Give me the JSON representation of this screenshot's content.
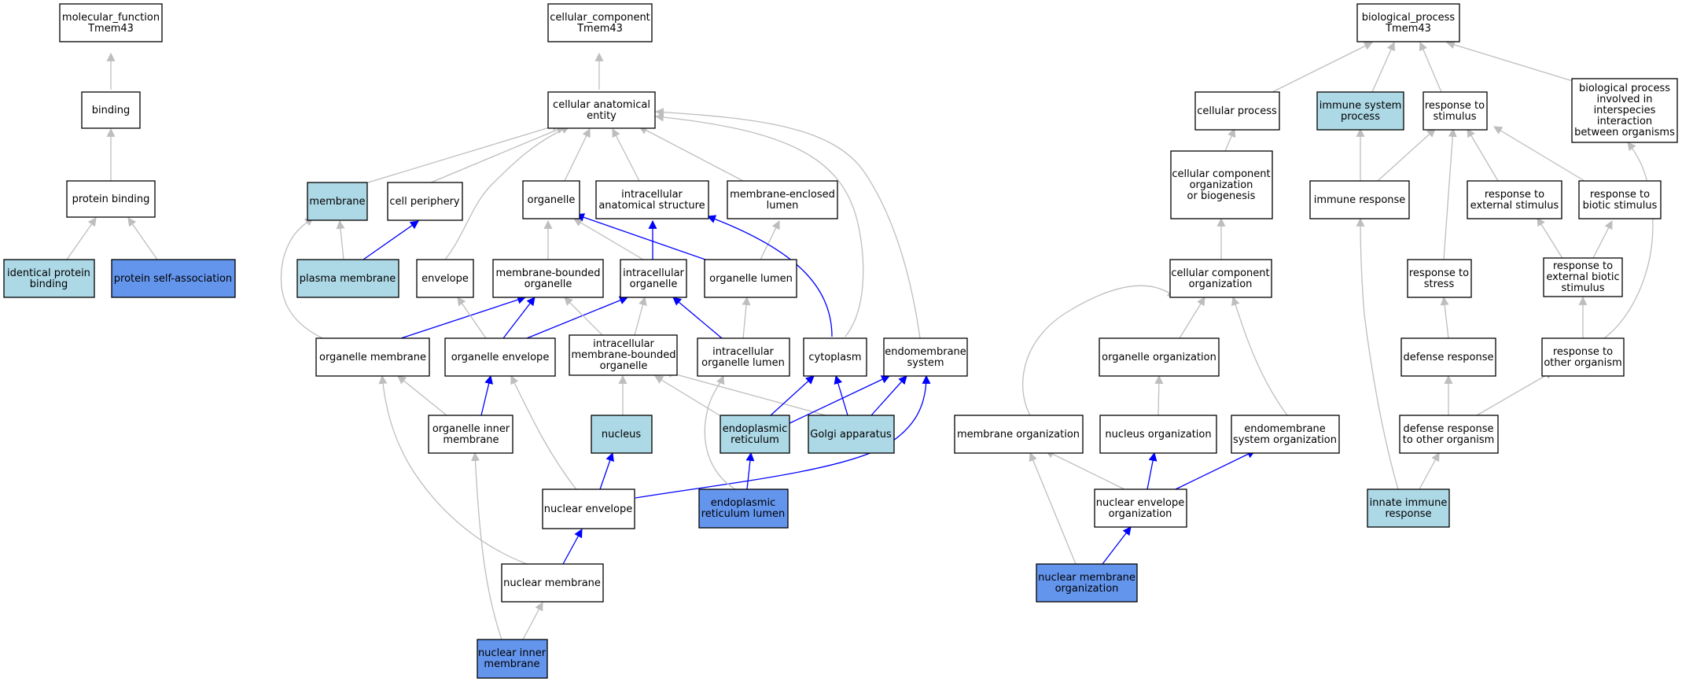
{
  "colors": {
    "white": "#ffffff",
    "light": "#add8e6",
    "dark": "#6495ed",
    "edge_gray": "#bebebe",
    "edge_blue": "#0000ff"
  },
  "nodes": {
    "mf_root": {
      "lines": [
        "molecular_function",
        "Tmem43"
      ],
      "fill": "white"
    },
    "binding": {
      "lines": [
        "binding"
      ],
      "fill": "white"
    },
    "protein_binding": {
      "lines": [
        "protein binding"
      ],
      "fill": "white"
    },
    "identical_pb": {
      "lines": [
        "identical protein",
        "binding"
      ],
      "fill": "light"
    },
    "self_assoc": {
      "lines": [
        "protein self-association"
      ],
      "fill": "dark"
    },
    "cc_root": {
      "lines": [
        "cellular_component",
        "Tmem43"
      ],
      "fill": "white"
    },
    "cae": {
      "lines": [
        "cellular anatomical",
        "entity"
      ],
      "fill": "white"
    },
    "membrane": {
      "lines": [
        "membrane"
      ],
      "fill": "light"
    },
    "cell_periphery": {
      "lines": [
        "cell periphery"
      ],
      "fill": "white"
    },
    "organelle": {
      "lines": [
        "organelle"
      ],
      "fill": "white"
    },
    "ias": {
      "lines": [
        "intracellular",
        "anatomical structure"
      ],
      "fill": "white"
    },
    "mel": {
      "lines": [
        "membrane-enclosed",
        "lumen"
      ],
      "fill": "white"
    },
    "plasma_membrane": {
      "lines": [
        "plasma membrane"
      ],
      "fill": "light"
    },
    "envelope": {
      "lines": [
        "envelope"
      ],
      "fill": "white"
    },
    "mbo": {
      "lines": [
        "membrane-bounded",
        "organelle"
      ],
      "fill": "white"
    },
    "io": {
      "lines": [
        "intracellular",
        "organelle"
      ],
      "fill": "white"
    },
    "organelle_lumen": {
      "lines": [
        "organelle lumen"
      ],
      "fill": "white"
    },
    "org_membrane": {
      "lines": [
        "organelle membrane"
      ],
      "fill": "white"
    },
    "org_envelope": {
      "lines": [
        "organelle envelope"
      ],
      "fill": "white"
    },
    "imbo": {
      "lines": [
        "intracellular",
        "membrane-bounded",
        "organelle"
      ],
      "fill": "white"
    },
    "iol": {
      "lines": [
        "intracellular",
        "organelle lumen"
      ],
      "fill": "white"
    },
    "cytoplasm": {
      "lines": [
        "cytoplasm"
      ],
      "fill": "white"
    },
    "endomembrane": {
      "lines": [
        "endomembrane",
        "system"
      ],
      "fill": "white"
    },
    "oim": {
      "lines": [
        "organelle inner",
        "membrane"
      ],
      "fill": "white"
    },
    "nucleus": {
      "lines": [
        "nucleus"
      ],
      "fill": "light"
    },
    "er": {
      "lines": [
        "endoplasmic",
        "reticulum"
      ],
      "fill": "light"
    },
    "golgi": {
      "lines": [
        "Golgi apparatus"
      ],
      "fill": "light"
    },
    "nuc_envelope": {
      "lines": [
        "nuclear envelope"
      ],
      "fill": "white"
    },
    "er_lumen": {
      "lines": [
        "endoplasmic",
        "reticulum lumen"
      ],
      "fill": "dark"
    },
    "nuc_membrane": {
      "lines": [
        "nuclear membrane"
      ],
      "fill": "white"
    },
    "nim": {
      "lines": [
        "nuclear inner",
        "membrane"
      ],
      "fill": "dark"
    },
    "bp_root": {
      "lines": [
        "biological_process",
        "Tmem43"
      ],
      "fill": "white"
    },
    "cell_process": {
      "lines": [
        "cellular process"
      ],
      "fill": "white"
    },
    "iss": {
      "lines": [
        "immune system",
        "process"
      ],
      "fill": "light"
    },
    "rts": {
      "lines": [
        "response to",
        "stimulus"
      ],
      "fill": "white"
    },
    "bpi": {
      "lines": [
        "biological process",
        "involved in",
        "interspecies",
        "interaction",
        "between organisms"
      ],
      "fill": "white"
    },
    "ccob": {
      "lines": [
        "cellular component",
        "organization",
        "or biogenesis"
      ],
      "fill": "white"
    },
    "immune_response": {
      "lines": [
        "immune response"
      ],
      "fill": "white"
    },
    "rtes": {
      "lines": [
        "response to",
        "external stimulus"
      ],
      "fill": "white"
    },
    "rtbs": {
      "lines": [
        "response to",
        "biotic stimulus"
      ],
      "fill": "white"
    },
    "cco": {
      "lines": [
        "cellular component",
        "organization"
      ],
      "fill": "white"
    },
    "rtstress": {
      "lines": [
        "response to",
        "stress"
      ],
      "fill": "white"
    },
    "rtebs": {
      "lines": [
        "response to",
        "external biotic",
        "stimulus"
      ],
      "fill": "white"
    },
    "org_org": {
      "lines": [
        "organelle organization"
      ],
      "fill": "white"
    },
    "defense": {
      "lines": [
        "defense response"
      ],
      "fill": "white"
    },
    "rtoo": {
      "lines": [
        "response to",
        "other organism"
      ],
      "fill": "white"
    },
    "mem_org": {
      "lines": [
        "membrane organization"
      ],
      "fill": "white"
    },
    "nuc_org": {
      "lines": [
        "nucleus organization"
      ],
      "fill": "white"
    },
    "endo_org": {
      "lines": [
        "endomembrane",
        "system organization"
      ],
      "fill": "white"
    },
    "drtoo": {
      "lines": [
        "defense response",
        "to other organism"
      ],
      "fill": "white"
    },
    "neo": {
      "lines": [
        "nuclear envelope",
        "organization"
      ],
      "fill": "white"
    },
    "innate": {
      "lines": [
        "innate immune",
        "response"
      ],
      "fill": "light"
    },
    "nmo": {
      "lines": [
        "nuclear membrane",
        "organization"
      ],
      "fill": "dark"
    }
  }
}
